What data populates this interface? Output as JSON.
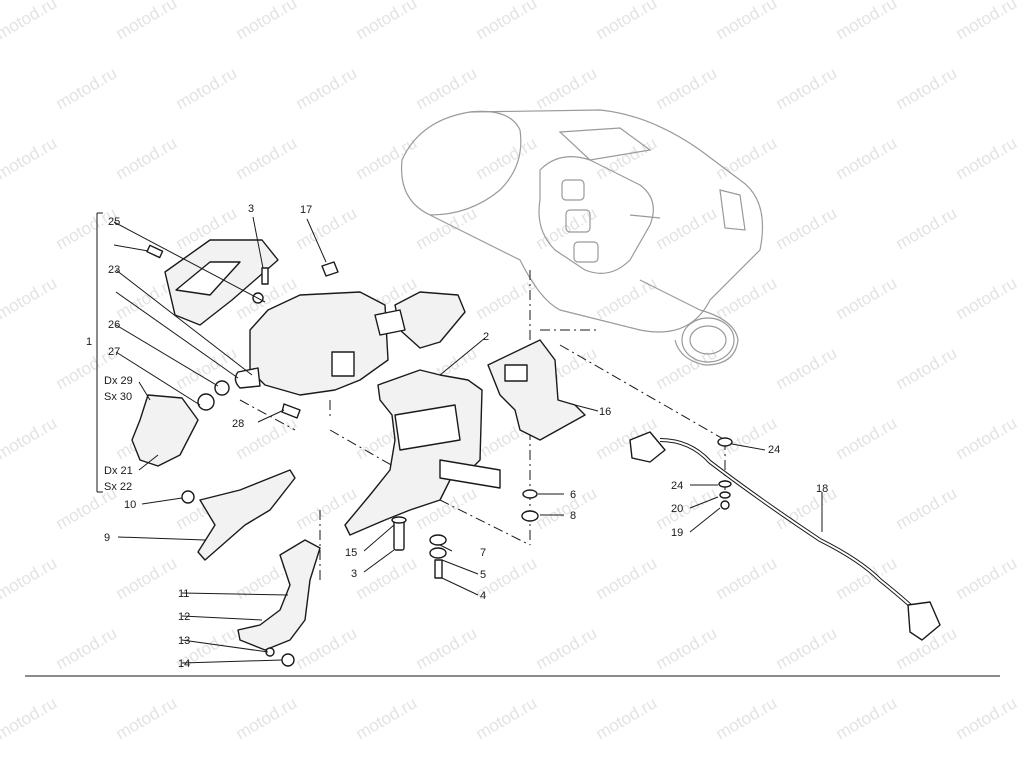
{
  "watermark": "motod.ru",
  "colors": {
    "ink": "#1a1a1a",
    "ghost": "#9a9a9a",
    "watermark": "#e3e3e3"
  },
  "labels": {
    "l1": "1",
    "l2": "2",
    "l3a": "3",
    "l3b": "3",
    "l4": "4",
    "l5": "5",
    "l6": "6",
    "l7": "7",
    "l8": "8",
    "l9": "9",
    "l10": "10",
    "l11": "11",
    "l12": "12",
    "l13": "13",
    "l14": "14",
    "l15": "15",
    "l16": "16",
    "l17": "17",
    "l18": "18",
    "l19": "19",
    "l20": "20",
    "l23": "23",
    "l24a": "24",
    "l24b": "24",
    "l25": "25",
    "l26": "26",
    "l27": "27",
    "l28": "28",
    "dx29": "Dx 29",
    "sx30": "Sx 30",
    "dx21": "Dx 21",
    "sx22": "Sx 22"
  }
}
